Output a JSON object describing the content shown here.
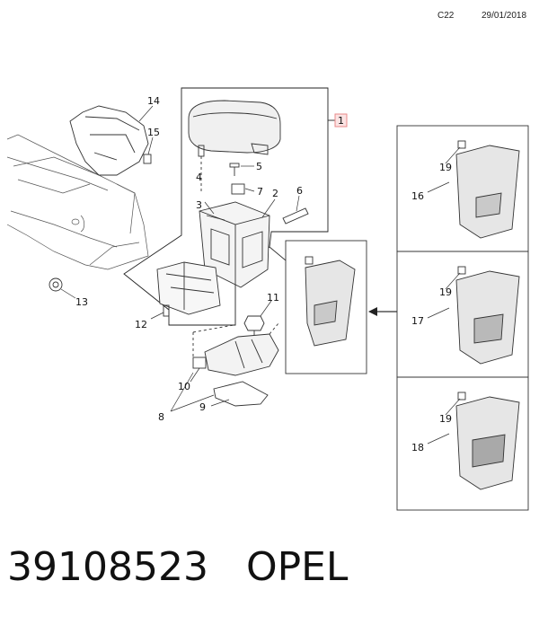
{
  "header": {
    "code": "C22",
    "date": "29/01/2018"
  },
  "callouts": {
    "c1": "1",
    "c2": "2",
    "c3": "3",
    "c4": "4",
    "c5": "5",
    "c6": "6",
    "c7": "7",
    "c8": "8",
    "c9": "9",
    "c10": "10",
    "c11": "11",
    "c12": "12",
    "c13": "13",
    "c14": "14",
    "c15": "15",
    "c16": "16",
    "c17": "17",
    "c18": "18",
    "c19a": "19",
    "c19b": "19",
    "c19c": "19"
  },
  "footer": {
    "part_number": "39108523",
    "brand": "OPEL"
  },
  "colors": {
    "line": "#333333",
    "callout_box": "#e88a8a",
    "panel_fill": "#e9e9e9",
    "part_fill": "#f4f4f4"
  }
}
